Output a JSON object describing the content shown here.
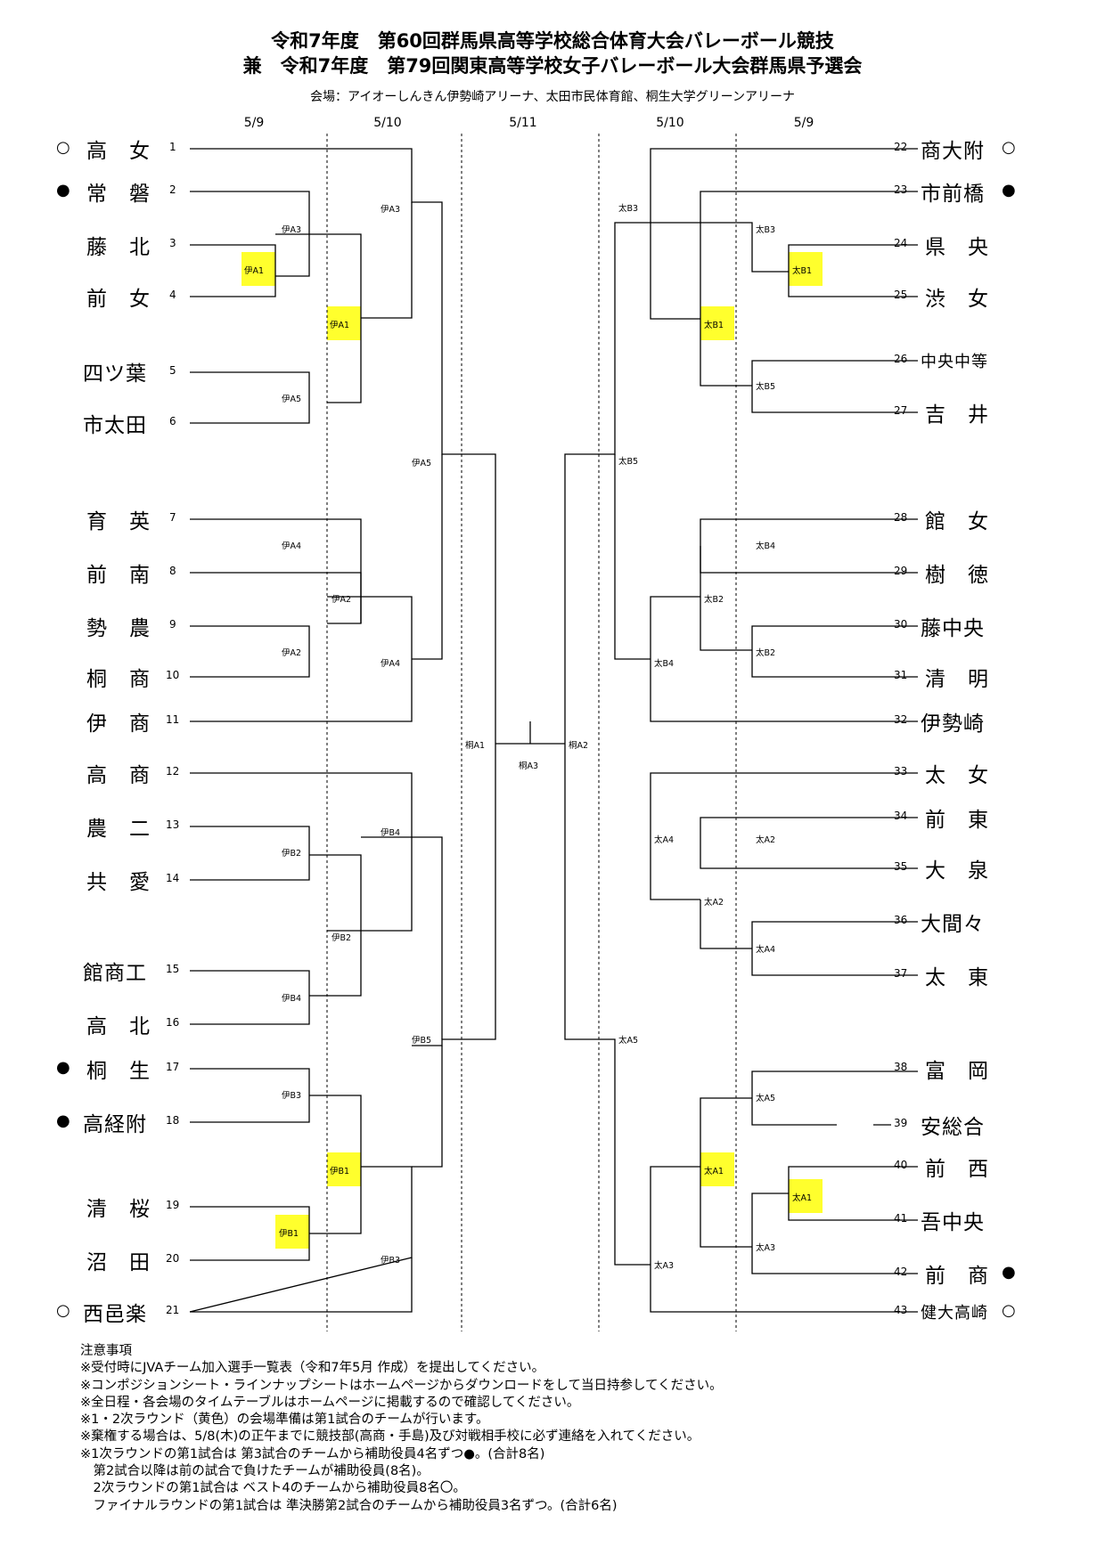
{
  "header": {
    "title_line1": "令和7年度　第60回群馬県高等学校総合体育大会バレーボール競技",
    "title_line2": "兼　令和7年度　第79回関東高等学校女子バレーボール大会群馬県予選会",
    "venue": "会場：アイオーしんきん伊勢崎アリーナ、太田市民体育館、桐生大学グリーンアリーナ"
  },
  "dates": [
    "5/9",
    "5/10",
    "5/11",
    "5/10",
    "5/9"
  ],
  "left_teams": [
    {
      "seed": "1",
      "name": "高　女",
      "mark": "○"
    },
    {
      "seed": "2",
      "name": "常　磐",
      "mark": "●"
    },
    {
      "seed": "3",
      "name": "藤　北",
      "mark": ""
    },
    {
      "seed": "4",
      "name": "前　女",
      "mark": ""
    },
    {
      "seed": "5",
      "name": "四ツ葉",
      "mark": ""
    },
    {
      "seed": "6",
      "name": "市太田",
      "mark": ""
    },
    {
      "seed": "7",
      "name": "育　英",
      "mark": ""
    },
    {
      "seed": "8",
      "name": "前　南",
      "mark": ""
    },
    {
      "seed": "9",
      "name": "勢　農",
      "mark": ""
    },
    {
      "seed": "10",
      "name": "桐　商",
      "mark": ""
    },
    {
      "seed": "11",
      "name": "伊　商",
      "mark": ""
    },
    {
      "seed": "12",
      "name": "高　商",
      "mark": ""
    },
    {
      "seed": "13",
      "name": "農　二",
      "mark": ""
    },
    {
      "seed": "14",
      "name": "共　愛",
      "mark": ""
    },
    {
      "seed": "15",
      "name": "館商工",
      "mark": ""
    },
    {
      "seed": "16",
      "name": "高　北",
      "mark": ""
    },
    {
      "seed": "17",
      "name": "桐　生",
      "mark": "●"
    },
    {
      "seed": "18",
      "name": "高経附",
      "mark": "●"
    },
    {
      "seed": "19",
      "name": "清　桜",
      "mark": ""
    },
    {
      "seed": "20",
      "name": "沼　田",
      "mark": ""
    },
    {
      "seed": "21",
      "name": "西邑楽",
      "mark": "○"
    }
  ],
  "right_teams": [
    {
      "seed": "22",
      "name": "商大附",
      "mark": "○"
    },
    {
      "seed": "23",
      "name": "市前橋",
      "mark": "●"
    },
    {
      "seed": "24",
      "name": "県　央",
      "mark": ""
    },
    {
      "seed": "25",
      "name": "渋　女",
      "mark": ""
    },
    {
      "seed": "26",
      "name": "中央中等",
      "mark": ""
    },
    {
      "seed": "27",
      "name": "吉　井",
      "mark": ""
    },
    {
      "seed": "28",
      "name": "館　女",
      "mark": ""
    },
    {
      "seed": "29",
      "name": "樹　徳",
      "mark": ""
    },
    {
      "seed": "30",
      "name": "藤中央",
      "mark": ""
    },
    {
      "seed": "31",
      "name": "清　明",
      "mark": ""
    },
    {
      "seed": "32",
      "name": "伊勢崎",
      "mark": ""
    },
    {
      "seed": "33",
      "name": "太　女",
      "mark": ""
    },
    {
      "seed": "34",
      "name": "前　東",
      "mark": ""
    },
    {
      "seed": "35",
      "name": "大　泉",
      "mark": ""
    },
    {
      "seed": "36",
      "name": "大間々",
      "mark": ""
    },
    {
      "seed": "37",
      "name": "太　東",
      "mark": ""
    },
    {
      "seed": "38",
      "name": "富　岡",
      "mark": ""
    },
    {
      "seed": "39",
      "name": "安総合",
      "mark": ""
    },
    {
      "seed": "40",
      "name": "前　西",
      "mark": ""
    },
    {
      "seed": "41",
      "name": "吾中央",
      "mark": ""
    },
    {
      "seed": "42",
      "name": "前　商",
      "mark": "●"
    },
    {
      "seed": "43",
      "name": "健大高崎",
      "mark": "○"
    }
  ],
  "match_labels": {
    "l_ia1_r1": "伊A1",
    "l_ia3_r1": "伊A3",
    "l_ia5_r1": "伊A5",
    "l_ia1_r2": "伊A1",
    "l_ia3_r2": "伊A3",
    "l_ia5_r3": "伊A5",
    "l_ia4_r1": "伊A4",
    "l_ia2_r2": "伊A2",
    "l_ia2_r1": "伊A2",
    "l_ia4_r2": "伊A4",
    "l_ib2_r1": "伊B2",
    "l_ib4_r2": "伊B4",
    "l_ib2_r2": "伊B2",
    "l_ib4_r1": "伊B4",
    "l_ib5_r3": "伊B5",
    "l_ib3_r1": "伊B3",
    "l_ib1_r2": "伊B1",
    "l_ib1_r1": "伊B1",
    "l_ib3_r2": "伊B3",
    "c_kiryu_a1": "桐A1",
    "c_kiryu_a2": "桐A2",
    "c_kiryu_a3": "桐A3",
    "r_tb3_r2": "太B3",
    "r_tb3_r1": "太B3",
    "r_tb1_r1": "太B1",
    "r_tb1_r2": "太B1",
    "r_tb5_r1": "太B5",
    "r_tb5_r3": "太B5",
    "r_tb4_r1": "太B4",
    "r_tb2_r2": "太B2",
    "r_tb4_r2": "太B4",
    "r_tb2_r1": "太B2",
    "r_ta4_r2": "太A4",
    "r_ta2_r1": "太A2",
    "r_ta2_r2": "太A2",
    "r_ta4_r1": "太A4",
    "r_ta5_r3": "太A5",
    "r_ta5_r1": "太A5",
    "r_ta1_r2": "太A1",
    "r_ta1_r1": "太A1",
    "r_ta3_r1": "太A3",
    "r_ta3_r2": "太A3"
  },
  "notes": [
    "注意事項",
    "※受付時にJVAチーム加入選手一覧表（令和7年5月 作成）を提出してください。",
    "※コンポジションシート・ラインナップシートはホームページからダウンロードをして当日持参してください。",
    "※全日程・各会場のタイムテーブルはホームページに掲載するので確認してください。",
    "※1・2次ラウンド（黄色）の会場準備は第1試合のチームが行います。",
    "※棄権する場合は、5/8(木)の正午までに競技部(高商・手島)及び対戦相手校に必ず連絡を入れてください。",
    "※1次ラウンドの第1試合は 第3試合のチームから補助役員4名ずつ●。(合計8名)",
    "　第2試合以降は前の試合で負けたチームが補助役員(8名)。",
    "　2次ラウンドの第1試合は ベスト4のチームから補助役員8名〇。",
    "　ファイナルラウンドの第1試合は 準決勝第2試合のチームから補助役員3名ずつ。(合計6名)"
  ],
  "colors": {
    "highlight": "#ffff2d",
    "line": "#000000"
  }
}
